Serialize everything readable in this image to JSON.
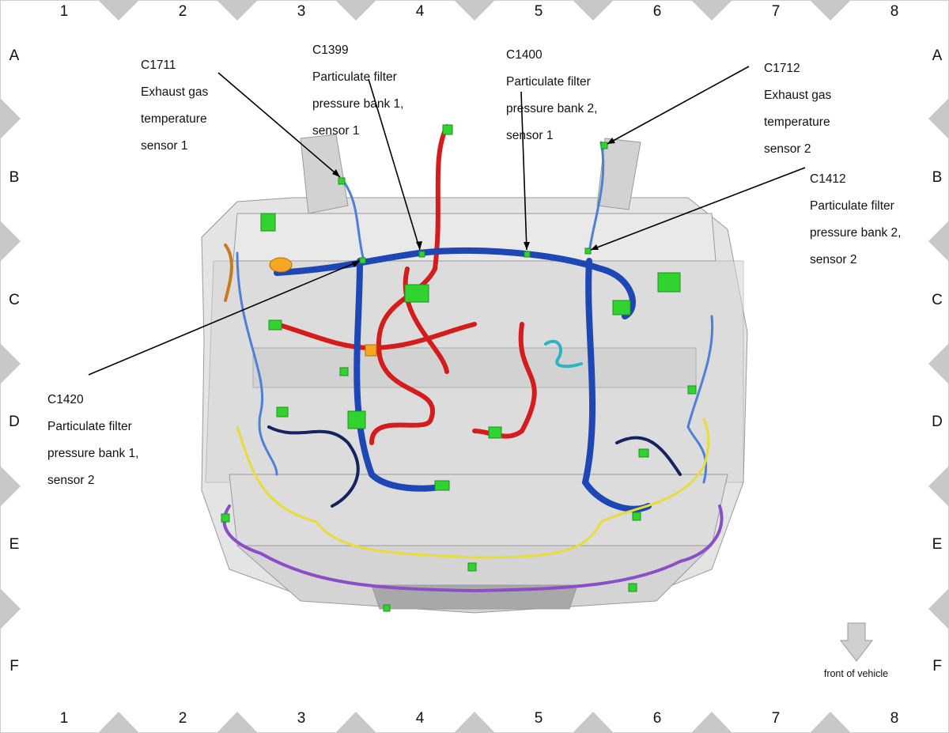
{
  "grid": {
    "columns": [
      "1",
      "2",
      "3",
      "4",
      "5",
      "6",
      "7",
      "8"
    ],
    "rows": [
      "A",
      "B",
      "C",
      "D",
      "E",
      "F"
    ]
  },
  "callouts": [
    {
      "id": "C1711",
      "lines": [
        "Exhaust gas",
        "temperature",
        "sensor 1"
      ]
    },
    {
      "id": "C1399",
      "lines": [
        "Particulate filter",
        "pressure bank 1,",
        "sensor 1"
      ]
    },
    {
      "id": "C1400",
      "lines": [
        "Particulate filter",
        "pressure bank 2,",
        "sensor 1"
      ]
    },
    {
      "id": "C1712",
      "lines": [
        "Exhaust gas",
        "temperature",
        "sensor 2"
      ]
    },
    {
      "id": "C1412",
      "lines": [
        "Particulate filter",
        "pressure bank 2,",
        "sensor 2"
      ]
    },
    {
      "id": "C1420",
      "lines": [
        "Particulate filter",
        "pressure bank 1,",
        "sensor 2"
      ]
    }
  ],
  "orientation_label": "front of vehicle",
  "colors": {
    "harness_blue": "#1e46b4",
    "harness_light_blue": "#4f7fd6",
    "harness_red": "#d41c1c",
    "harness_yellow": "#e8dc3a",
    "harness_purple": "#8a4fc8",
    "harness_navy": "#15245e",
    "harness_cyan": "#2ab5c5",
    "connector_green": "#2fd42f",
    "body_gray": "#d9d9d9",
    "marker_gray": "#c8c8c8"
  }
}
